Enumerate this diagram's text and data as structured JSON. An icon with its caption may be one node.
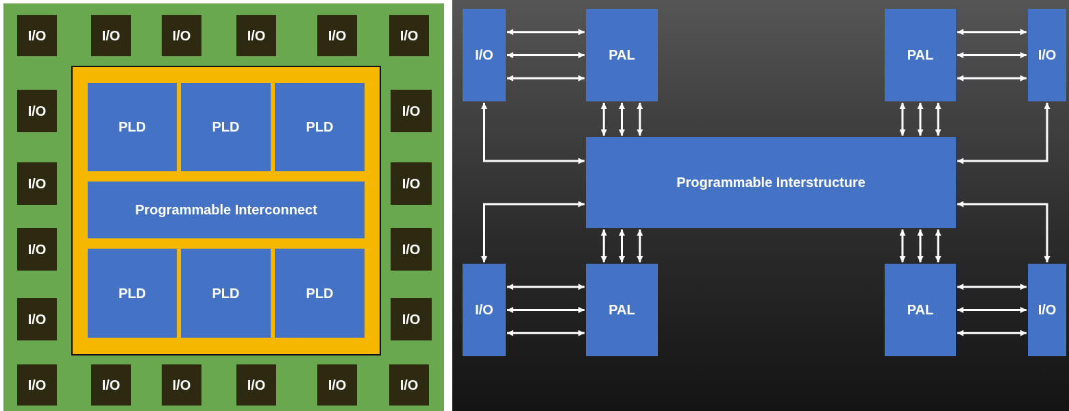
{
  "diagram": {
    "nodes": [
      {
        "text": [
          "I/O"
        ]
      },
      {
        "text": [
          "I/O"
        ]
      },
      {
        "text": [
          "I/O"
        ]
      },
      {
        "text": [
          "I/O"
        ]
      },
      {
        "text": [
          "I/O"
        ]
      },
      {
        "text": [
          "I/O"
        ]
      },
      {
        "text": [
          "I/O"
        ]
      },
      {
        "text": [
          "PLD"
        ]
      },
      {
        "text": [
          "PLD"
        ]
      },
      {
        "text": [
          "PLD"
        ]
      },
      {
        "text": [
          "I/O"
        ]
      },
      {
        "text": [
          "I/O"
        ]
      },
      {
        "text": [
          "Programmable Interconnect"
        ]
      },
      {
        "text": [
          "I/O"
        ]
      },
      {
        "text": [
          "I/O"
        ]
      },
      {
        "text": [
          "I/O"
        ]
      },
      {
        "text": [
          "PLD"
        ]
      },
      {
        "text": [
          "PLD"
        ]
      },
      {
        "text": [
          "PLD"
        ]
      },
      {
        "text": [
          "I/O"
        ]
      },
      {
        "text": [
          "I/O"
        ]
      },
      {
        "text": [
          "I/O"
        ]
      },
      {
        "text": [
          "I/O"
        ]
      },
      {
        "text": [
          "I/O"
        ]
      },
      {
        "text": [
          "I/O"
        ]
      },
      {
        "text": [
          "I/O"
        ]
      },
      {
        "text": [
          "I/O"
        ]
      },
      {
        "text": [
          "I/O"
        ]
      },
      {
        "text": [
          "PAL"
        ]
      },
      {
        "text": [
          "PAL"
        ]
      },
      {
        "text": [
          "I/O"
        ]
      },
      {
        "text": [
          "Programmable Interstructure"
        ]
      },
      {
        "text": [
          "I/O"
        ]
      },
      {
        "text": [
          "PAL"
        ]
      },
      {
        "text": [
          "PAL"
        ]
      },
      {
        "text": [
          "I/O"
        ]
      }
    ],
    "edges": [
      {
        "from": 27,
        "to": 28,
        "arrow": "both"
      },
      {
        "from": 27,
        "to": 28,
        "arrow": "both"
      },
      {
        "from": 27,
        "to": 28,
        "arrow": "both"
      },
      {
        "from": 28,
        "to": 31,
        "arrow": "both"
      },
      {
        "from": 28,
        "to": 31,
        "arrow": "both"
      },
      {
        "from": 28,
        "to": 31,
        "arrow": "both"
      },
      {
        "from": 27,
        "to": 31,
        "arrow": "both"
      },
      {
        "from": 29,
        "to": 30,
        "arrow": "both"
      },
      {
        "from": 29,
        "to": 30,
        "arrow": "both"
      },
      {
        "from": 29,
        "to": 30,
        "arrow": "both"
      },
      {
        "from": 29,
        "to": 31,
        "arrow": "both"
      },
      {
        "from": 29,
        "to": 31,
        "arrow": "both"
      },
      {
        "from": 29,
        "to": 31,
        "arrow": "both"
      },
      {
        "from": 30,
        "to": 31,
        "arrow": "both"
      },
      {
        "from": 33,
        "to": 31,
        "arrow": "both"
      },
      {
        "from": 33,
        "to": 31,
        "arrow": "both"
      },
      {
        "from": 33,
        "to": 31,
        "arrow": "both"
      },
      {
        "from": 32,
        "to": 33,
        "arrow": "both"
      },
      {
        "from": 32,
        "to": 33,
        "arrow": "both"
      },
      {
        "from": 32,
        "to": 33,
        "arrow": "both"
      },
      {
        "from": 32,
        "to": 31,
        "arrow": "both"
      },
      {
        "from": 34,
        "to": 31,
        "arrow": "both"
      },
      {
        "from": 34,
        "to": 31,
        "arrow": "both"
      },
      {
        "from": 34,
        "to": 31,
        "arrow": "both"
      },
      {
        "from": 34,
        "to": 35,
        "arrow": "both"
      },
      {
        "from": 34,
        "to": 35,
        "arrow": "both"
      },
      {
        "from": 34,
        "to": 35,
        "arrow": "both"
      },
      {
        "from": 35,
        "to": 31,
        "arrow": "both"
      }
    ]
  }
}
